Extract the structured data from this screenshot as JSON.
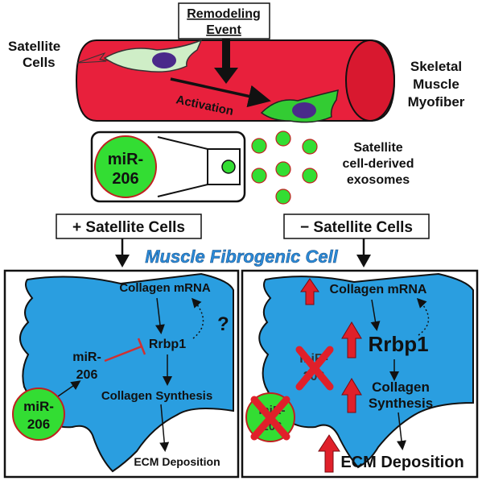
{
  "colors": {
    "fiber": "#e8203c",
    "fiber_dark": "#a0101e",
    "cell_quiescent": "#cfeec7",
    "cell_active": "#33cc33",
    "nucleus": "#4a2a8a",
    "exosome": "#33dd33",
    "fibrogenic": "#2a9ee0",
    "up_arrow": "#e0202a",
    "title_blue": "#2a8ad8",
    "inhibit": "#d03030"
  },
  "top": {
    "remodeling_event": [
      "Remodeling",
      "Event"
    ],
    "satellite_cells": [
      "Satellite",
      "Cells"
    ],
    "activation": "Activation",
    "skeletal_muscle": [
      "Skeletal",
      "Muscle",
      "Myofiber"
    ],
    "mir206_big": [
      "miR-",
      "206"
    ],
    "exosomes": [
      "Satellite",
      "cell-derived",
      "exosomes"
    ]
  },
  "middle": {
    "plus_sat": "+ Satellite Cells",
    "minus_sat": "− Satellite Cells",
    "fibrogenic_title": "Muscle Fibrogenic Cell"
  },
  "left_panel": {
    "collagen_mrna": "Collagen mRNA",
    "rrbp1": "Rrbp1",
    "question": "?",
    "mir206_internal": [
      "miR-",
      "206"
    ],
    "mir206_bubble": [
      "miR-",
      "206"
    ],
    "collagen_synthesis": "Collagen Synthesis",
    "ecm": "ECM Deposition"
  },
  "right_panel": {
    "collagen_mrna": "Collagen mRNA",
    "rrbp1": "Rrbp1",
    "mir206_internal": [
      "miR-",
      "206"
    ],
    "mir206_bubble": [
      "miR-",
      "206"
    ],
    "collagen_synthesis": [
      "Collagen",
      "Synthesis"
    ],
    "ecm": "ECM Deposition"
  }
}
